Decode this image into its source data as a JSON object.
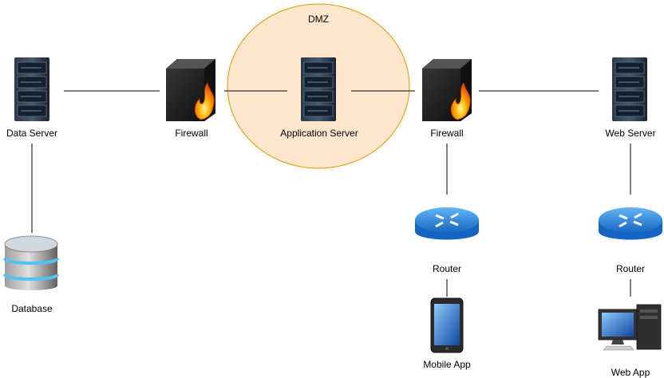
{
  "diagram": {
    "zone_label": "DMZ",
    "zone_fill": "#FFE6CC",
    "zone_stroke": "#D79B00",
    "nodes": {
      "data_server": {
        "label": "Data Server",
        "icon": "server-rack-icon"
      },
      "firewall_left": {
        "label": "Firewall",
        "icon": "firewall-icon"
      },
      "app_server": {
        "label": "Application Server",
        "icon": "server-rack-icon"
      },
      "firewall_right": {
        "label": "Firewall",
        "icon": "firewall-icon"
      },
      "web_server": {
        "label": "Web Server",
        "icon": "server-rack-icon"
      },
      "database": {
        "label": "Database",
        "icon": "database-icon"
      },
      "router_mobile": {
        "label": "Router",
        "icon": "router-icon"
      },
      "router_web": {
        "label": "Router",
        "icon": "router-icon"
      },
      "mobile_app": {
        "label": "Mobile App",
        "icon": "tablet-icon"
      },
      "web_app": {
        "label": "Web App",
        "icon": "desktop-computer-icon"
      }
    },
    "colors": {
      "server_body": "#1F2B38",
      "router_blue": "#1E88E5",
      "flame": "#FF6A00",
      "db_blue": "#4FC3F7"
    }
  }
}
